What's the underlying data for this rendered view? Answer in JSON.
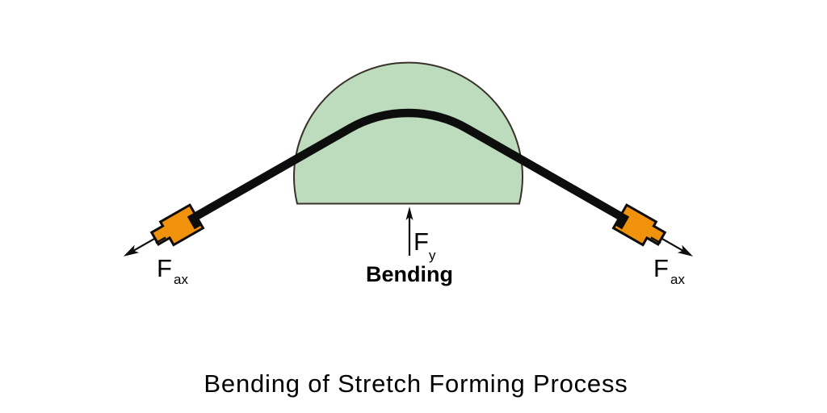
{
  "figure": {
    "caption": "Bending of Stretch Forming Process",
    "annotations": {
      "bending_label": "Bending",
      "force_symbol": "F",
      "axial_subscript": "ax",
      "vertical_subscript": "y"
    },
    "colors": {
      "background": "#ffffff",
      "die_fill": "#bddcbd",
      "die_outline": "#39302a",
      "sheet": "#0d0d0d",
      "gripper_fill": "#f0920b",
      "gripper_outline": "#0d0d0d",
      "arrow": "#0d0d0d",
      "text": "#000000"
    }
  }
}
